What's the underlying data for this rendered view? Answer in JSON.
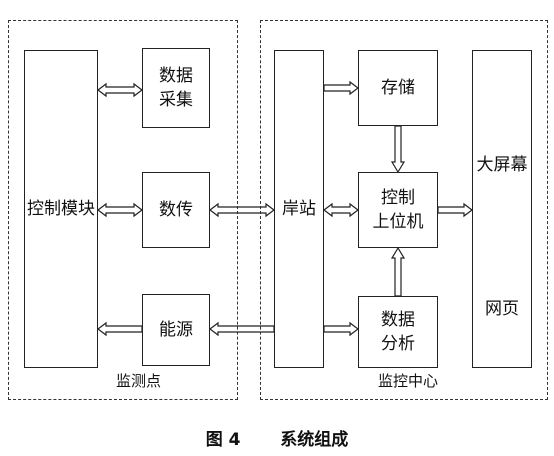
{
  "regions": {
    "monitor_point": "监测点",
    "monitor_center": "监控中心"
  },
  "boxes": {
    "control_module": "控制模块",
    "data_collect": [
      "数据",
      "采集"
    ],
    "data_transfer": "数传",
    "power": "能源",
    "shore_station": "岸站",
    "storage": "存储",
    "control_host": [
      "控制",
      "上位机"
    ],
    "data_analysis": [
      "数据",
      "分析"
    ],
    "big_screen": "大屏幕",
    "web_page": "网页"
  },
  "caption": {
    "number": "图 4",
    "title": "系统组成"
  }
}
